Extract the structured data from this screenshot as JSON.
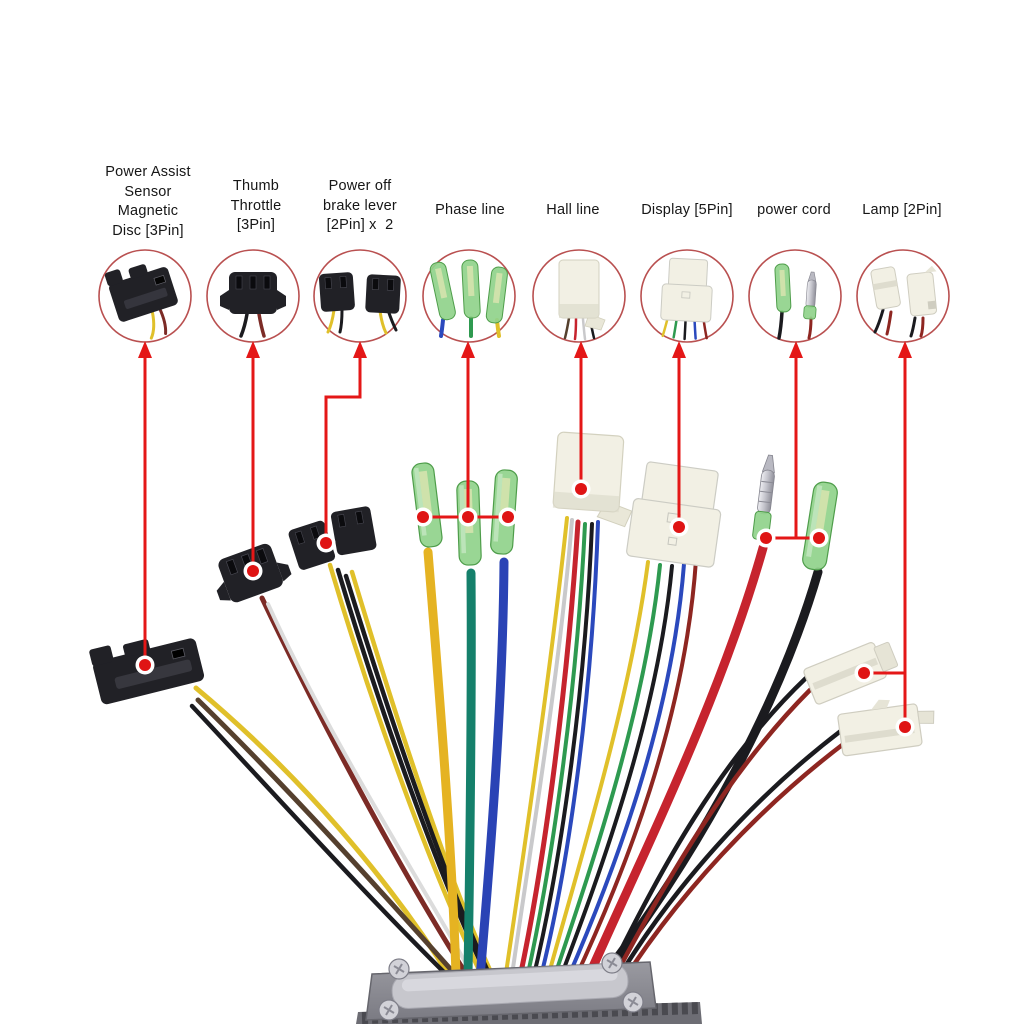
{
  "callouts": [
    {
      "label": "Power Assist\nSensor\nMagnetic\nDisc [3Pin]",
      "icon": "black-sm-3pin-connector-icon"
    },
    {
      "label": "Thumb\nThrottle\n[3Pin]",
      "icon": "black-sm-3pin-connector-icon"
    },
    {
      "label": "Power off\nbrake lever\n[2Pin] x  2",
      "icon": "black-sm-2pin-connector-pair-icon"
    },
    {
      "label": "Phase line",
      "icon": "green-bullet-terminals-icon"
    },
    {
      "label": "Hall line",
      "icon": "white-hall-connector-icon"
    },
    {
      "label": "Display [5Pin]",
      "icon": "white-5pin-connector-icon"
    },
    {
      "label": "power cord",
      "icon": "bullet-terminal-pair-icon"
    },
    {
      "label": "Lamp [2Pin]",
      "icon": "white-2pin-connector-pair-icon"
    }
  ],
  "colors": {
    "wires": {
      "yellow": "#e0c02a",
      "phase_yellow": "#e5b322",
      "phase_green": "#15806b",
      "phase_blue": "#2a43b5",
      "green": "#2e9a50",
      "blue": "#2b49bd",
      "red": "#c6242e",
      "dark_red": "#8e2621",
      "maroon": "#7c2b26",
      "brown": "#55402e",
      "black": "#1b1b1f",
      "gray": "#c9c9cb",
      "white": "#dcdcdc"
    },
    "parts": {
      "black_connector": "#212126",
      "black_connector_hi": "#43434c",
      "black_slot": "#0b0b0e",
      "white_connector": "#f2f0e4",
      "white_connector_shade": "#dddbcc",
      "green_sleeve": "#90d38b",
      "green_sleeve_edge": "#4e9d4a",
      "sleeve_metal": "#cfe2ab",
      "plate": "#8d8d94",
      "plate_edge": "#66666d",
      "fins": "#6d6d74",
      "grommet": "#c7c7cd",
      "grommet_hi": "#dadae0",
      "screw": "#d2d2d8"
    },
    "annotation": {
      "arrow_color": "#e41717",
      "dot_color": "#df1414",
      "dot_ring": "#ffffff",
      "circle_color": "#b95050"
    }
  }
}
